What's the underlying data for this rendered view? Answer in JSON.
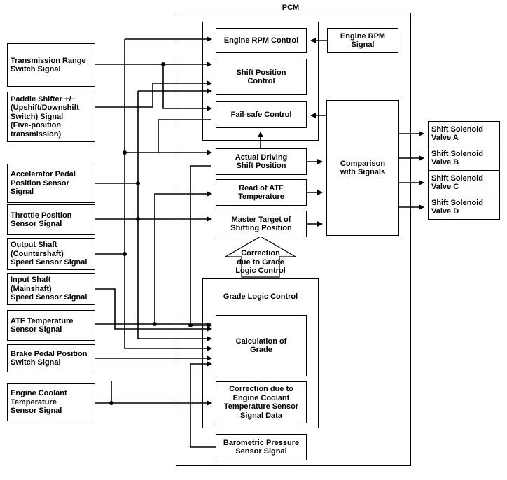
{
  "pcm": {
    "title": "PCM"
  },
  "inputs": [
    {
      "id": "transmission-range",
      "label": "Transmission Range\nSwitch Signal"
    },
    {
      "id": "paddle-shifter",
      "label": "Paddle Shifter +/−\n(Upshift/Downshift\nSwitch) Signal\n(Five-position\ntransmission)"
    },
    {
      "id": "accelerator-pedal",
      "label": "Accelerator Pedal\nPosition Sensor\nSignal"
    },
    {
      "id": "throttle-position",
      "label": "Throttle Position\nSensor Signal"
    },
    {
      "id": "output-shaft",
      "label": "Output Shaft\n(Countershaft)\nSpeed Sensor Signal"
    },
    {
      "id": "input-shaft",
      "label": "Input Shaft\n(Mainshaft)\nSpeed Sensor Signal"
    },
    {
      "id": "atf-temperature-sensor",
      "label": "ATF Temperature\nSensor Signal"
    },
    {
      "id": "brake-pedal",
      "label": "Brake Pedal Position\nSwitch Signal"
    },
    {
      "id": "engine-coolant",
      "label": "Engine Coolant\nTemperature\nSensor Signal"
    }
  ],
  "blocks": {
    "engine_rpm_control": "Engine RPM Control",
    "engine_rpm_signal": "Engine RPM\nSignal",
    "shift_position_control": "Shift Position\nControl",
    "fail_safe_control": "Fail-safe Control",
    "actual_driving_shift_position": "Actual Driving\nShift Position",
    "read_of_atf_temperature": "Read of ATF\nTemperature",
    "master_target": "Master Target of\nShifting Position",
    "correction_grade_logic": "Correction\ndue to Grade\nLogic Control",
    "grade_logic_control": "Grade Logic Control",
    "calculation_of_grade": "Calculation of\nGrade",
    "correction_coolant": "Correction due to\nEngine Coolant\nTemperature Sensor\nSignal Data",
    "barometric_pressure": "Barometric Pressure\nSensor Signal",
    "comparison_with_signals": "Comparison\nwith Signals"
  },
  "outputs": [
    {
      "id": "valve-a",
      "label": "Shift Solenoid\nValve A"
    },
    {
      "id": "valve-b",
      "label": "Shift Solenoid\nValve B"
    },
    {
      "id": "valve-c",
      "label": "Shift Solenoid\nValve C"
    },
    {
      "id": "valve-d",
      "label": "Shift Solenoid\nValve D"
    }
  ]
}
